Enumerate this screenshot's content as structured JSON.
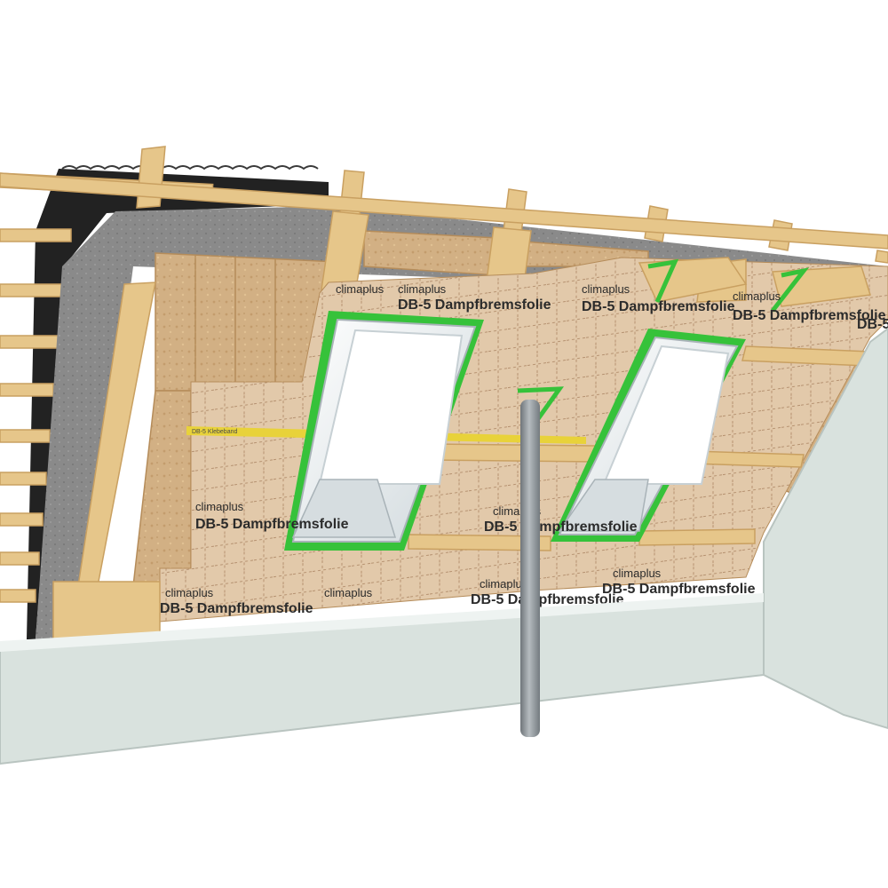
{
  "foil": {
    "brand": "climaplus",
    "product": "DB-5 Dampfbremsfolie"
  },
  "tape": {
    "label": "DB-5 Klebeband"
  },
  "colors": {
    "background": "#ffffff",
    "membrane": "#e2c9aa",
    "membrane_grid": "#a67f5c",
    "insulation": "#d2b084",
    "timber": "#e6c68a",
    "timber_dark": "#c9a061",
    "underlay_felt": "#8a8a8a",
    "roof_tiles": "#222222",
    "tape_green": "#36c23a",
    "tape_yellow": "#e8d23a",
    "window_frame": "#e6ecee",
    "pipe": "#8f959a",
    "plaster_wall": "#d9e2de"
  }
}
